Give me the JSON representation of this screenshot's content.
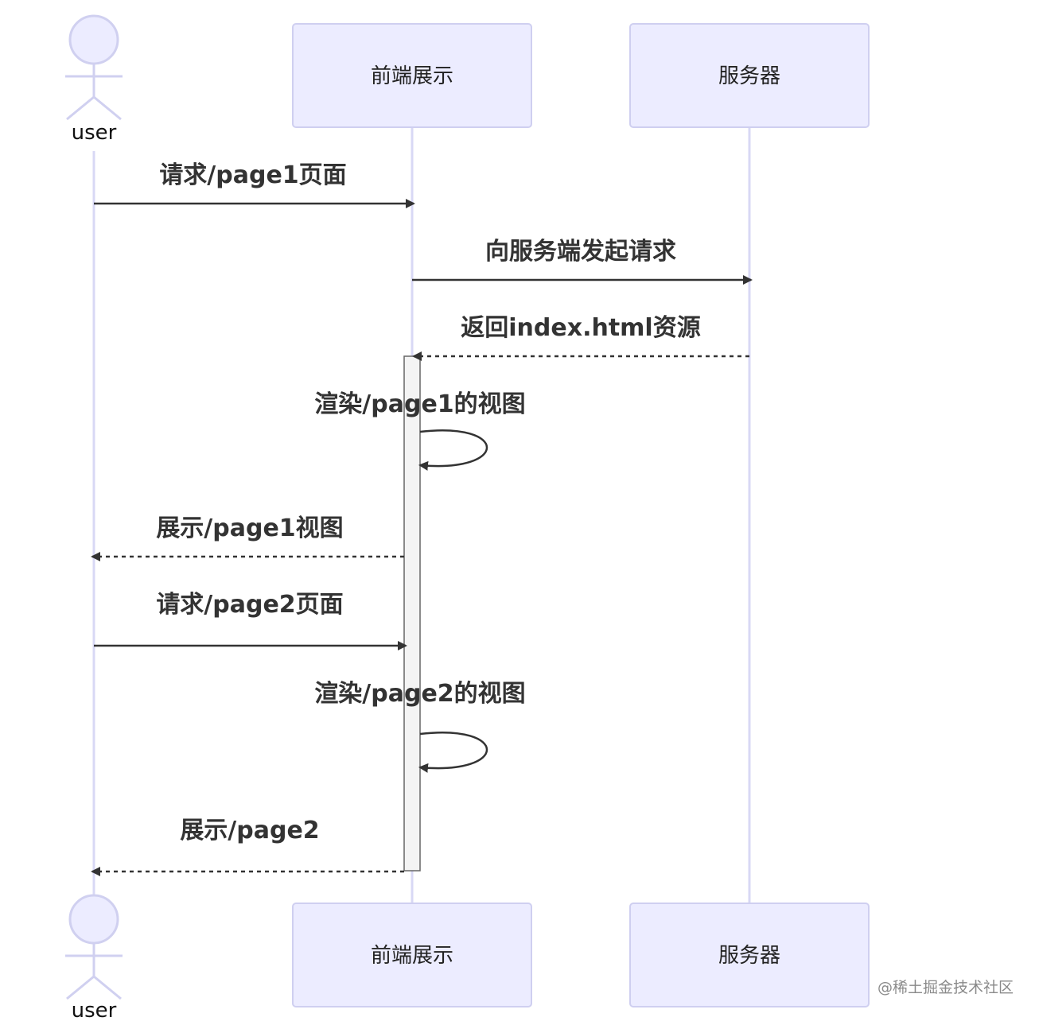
{
  "colors": {
    "participant_fill": "#ececff",
    "participant_stroke": "#cfcff0",
    "lifeline": "#d8d8f5",
    "arrow": "#333333",
    "activation_fill": "#f4f4f4",
    "activation_stroke": "#666666"
  },
  "participants": {
    "user": {
      "label": "user",
      "icon": "stick-figure-icon"
    },
    "frontend": {
      "label": "前端展示"
    },
    "server": {
      "label": "服务器"
    }
  },
  "messages": [
    {
      "from": "user",
      "to": "frontend",
      "text": "请求/page1页面",
      "style": "solid"
    },
    {
      "from": "frontend",
      "to": "server",
      "text": "向服务端发起请求",
      "style": "solid"
    },
    {
      "from": "server",
      "to": "frontend",
      "text": "返回index.html资源",
      "style": "dashed"
    },
    {
      "from": "frontend",
      "to": "frontend",
      "text": "渲染/page1的视图",
      "style": "self"
    },
    {
      "from": "frontend",
      "to": "user",
      "text": "展示/page1视图",
      "style": "dashed"
    },
    {
      "from": "user",
      "to": "frontend",
      "text": "请求/page2页面",
      "style": "solid"
    },
    {
      "from": "frontend",
      "to": "frontend",
      "text": "渲染/page2的视图",
      "style": "self"
    },
    {
      "from": "frontend",
      "to": "user",
      "text": "展示/page2",
      "style": "dashed"
    }
  ],
  "watermark": "@稀土掘金技术社区"
}
